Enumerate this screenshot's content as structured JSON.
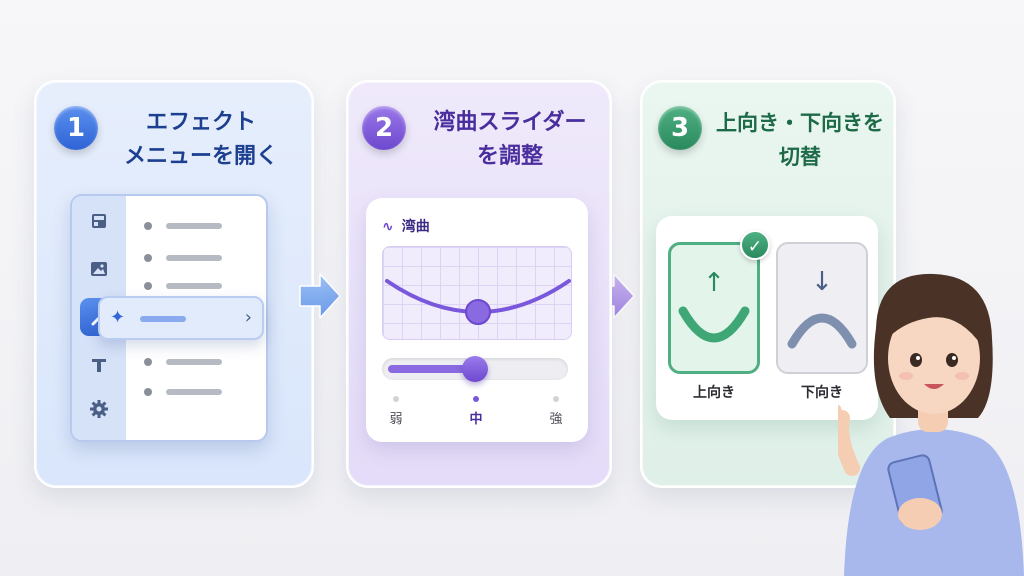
{
  "steps": [
    {
      "number": "1",
      "title_line1": "エフェクト",
      "title_line2": "メニューを開く"
    },
    {
      "number": "2",
      "title_line1": "湾曲スライダー",
      "title_line2": "を調整"
    },
    {
      "number": "3",
      "title_line1": "上向き・下向きを",
      "title_line2": "切替"
    }
  ],
  "curve_card": {
    "label": "湾曲",
    "slider": {
      "value_fraction": 0.5,
      "ticks": [
        "弱",
        "中",
        "強"
      ],
      "selected_tick": 1
    }
  },
  "direction_card": {
    "options": [
      {
        "label": "上向き",
        "arrow": "↑",
        "selected": true
      },
      {
        "label": "下向き",
        "arrow": "↓",
        "selected": false
      }
    ],
    "check_glyph": "✓"
  },
  "menu": {
    "rail_icons": [
      "layout-icon",
      "image-icon",
      "magic-wand-icon",
      "text-icon",
      "gear-icon"
    ],
    "active_icon": "magic-wand-icon"
  },
  "colors": {
    "step1_accent": "#2f64d6",
    "step2_accent": "#6d48cf",
    "step3_accent": "#2a8a5e"
  }
}
